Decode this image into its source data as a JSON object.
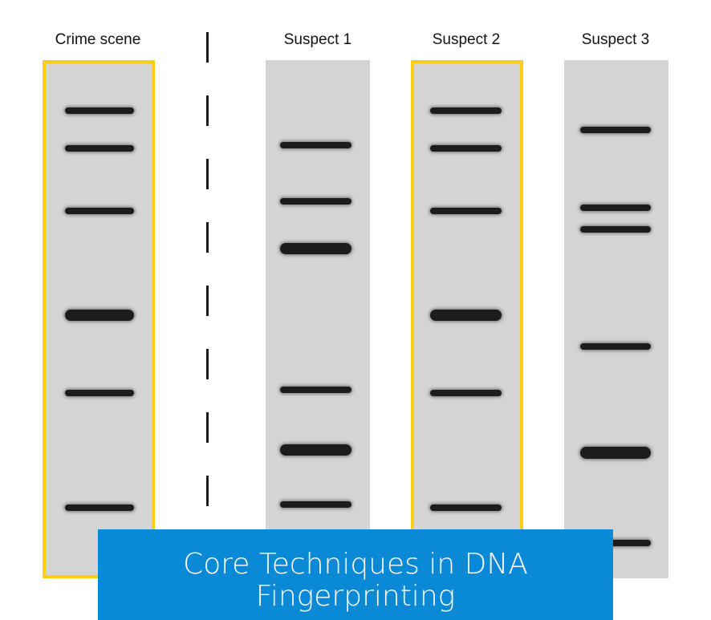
{
  "lanes": [
    {
      "id": "crime-scene",
      "label": "Crime scene",
      "highlighted": true
    },
    {
      "id": "suspect-1",
      "label": "Suspect 1",
      "highlighted": false
    },
    {
      "id": "suspect-2",
      "label": "Suspect 2",
      "highlighted": true
    },
    {
      "id": "suspect-3",
      "label": "Suspect 3",
      "highlighted": false
    }
  ],
  "colors": {
    "gel": "#d4d4d4",
    "band": "#1c1c1c",
    "highlight": "#f5d015",
    "title_background": "#0a8ad6"
  },
  "title": {
    "line1": "Core Techniques in DNA",
    "line2": "Fingerprinting"
  }
}
